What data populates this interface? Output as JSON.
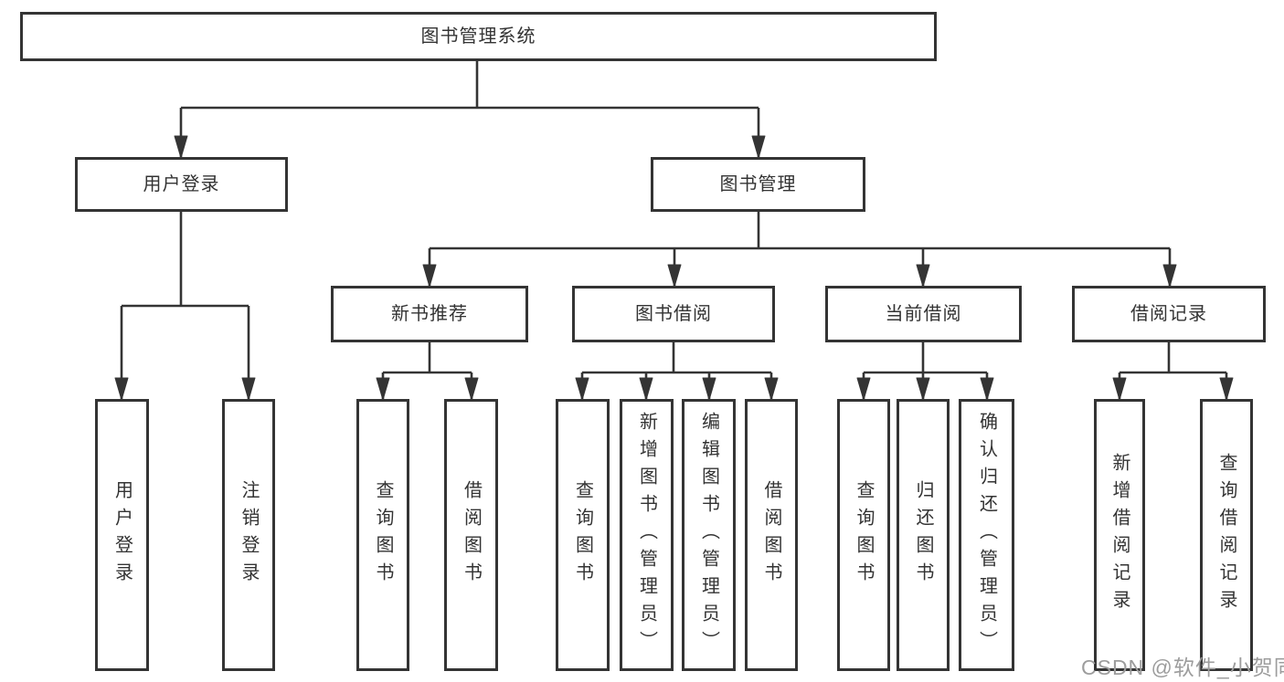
{
  "diagram": {
    "nodes": {
      "root": "图书管理系统",
      "user_login": "用户登录",
      "book_mgmt": "图书管理",
      "new_book_rec": "新书推荐",
      "book_borrow": "图书借阅",
      "current_borrow": "当前借阅",
      "borrow_record": "借阅记录",
      "leaf_user_login": "用户登录",
      "leaf_logout": "注销登录",
      "rec_query_book": "查询图书",
      "rec_borrow_book": "借阅图书",
      "bb_query_book": "查询图书",
      "bb_add_book": "新增图书（管理员）",
      "bb_edit_book": "编辑图书（管理员）",
      "bb_borrow_book": "借阅图书",
      "cb_query_book": "查询图书",
      "cb_return_book": "归还图书",
      "cb_confirm_return": "确认归还（管理员）",
      "br_add_record": "新增借阅记录",
      "br_query_record": "查询借阅记录"
    },
    "colors": {
      "line": "#343434",
      "text": "#333333",
      "background": "#ffffff",
      "watermark": "#9d9d9d"
    },
    "watermark": "CSDN @软件_小贺同学"
  }
}
